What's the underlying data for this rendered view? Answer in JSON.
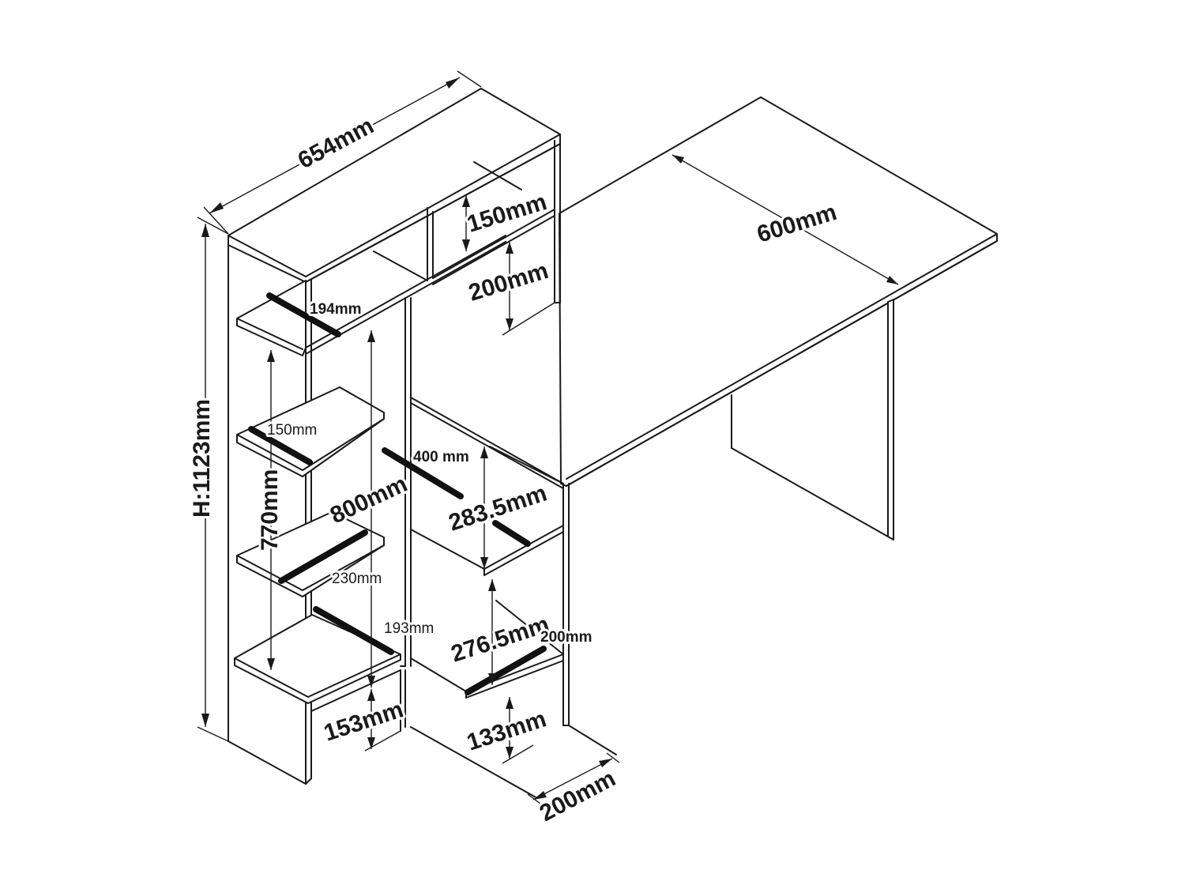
{
  "dimensions": {
    "total_width": "654mm",
    "height": "H:1123mm",
    "desk_depth": "600mm",
    "top_compartment": "150mm",
    "upper_gap": "200mm",
    "upper_shelf_depth": "194mm",
    "left_shelf_width": "150mm",
    "bracket_length": "400 mm",
    "left_column_height": "770mm",
    "inner_column_height": "800mm",
    "right_upper_gap": "283.5mm",
    "left_mid_shelf": "230mm",
    "left_low_shelf": "193mm",
    "right_lower_gap": "276.5mm",
    "right_shelf_depth": "200mm",
    "left_base_gap": "153mm",
    "right_base_gap": "133mm",
    "base_depth": "200mm"
  }
}
